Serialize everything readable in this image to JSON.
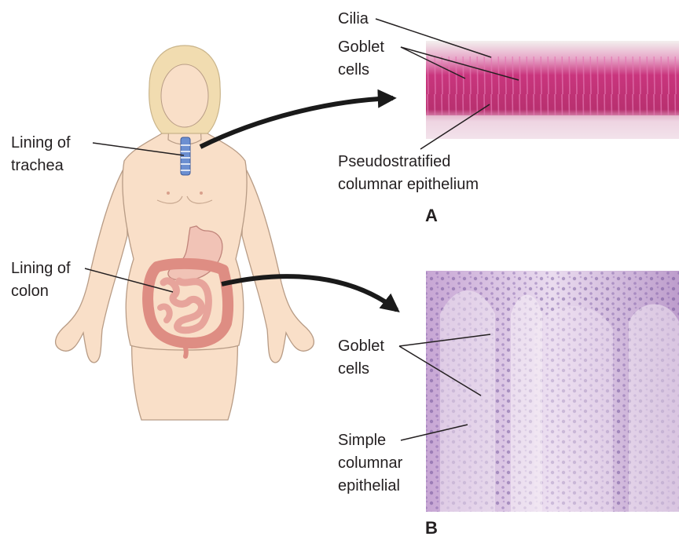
{
  "labels": {
    "trachea_line1": "Lining of",
    "trachea_line2": "trachea",
    "colon_line1": "Lining of",
    "colon_line2": "colon",
    "cilia": "Cilia",
    "goblet_a_line1": "Goblet",
    "goblet_a_line2": "cells",
    "pseudo_line1": "Pseudostratified",
    "pseudo_line2": "columnar epithelium",
    "panel_a": "A",
    "goblet_b_line1": "Goblet",
    "goblet_b_line2": "cells",
    "simple_line1": "Simple",
    "simple_line2": "columnar",
    "simple_line3": "epithelial",
    "panel_b": "B"
  },
  "colors": {
    "skin": "#f9dfc8",
    "skin_outline": "#b89c86",
    "hair": "#f1dcb0",
    "trachea": "#6c8fd1",
    "stomach": "#f1c3b6",
    "intestine": "#de8d83",
    "tissue_a": "#c9357d",
    "tissue_b": "#b08ac2",
    "arrow": "#1a1a1a"
  }
}
